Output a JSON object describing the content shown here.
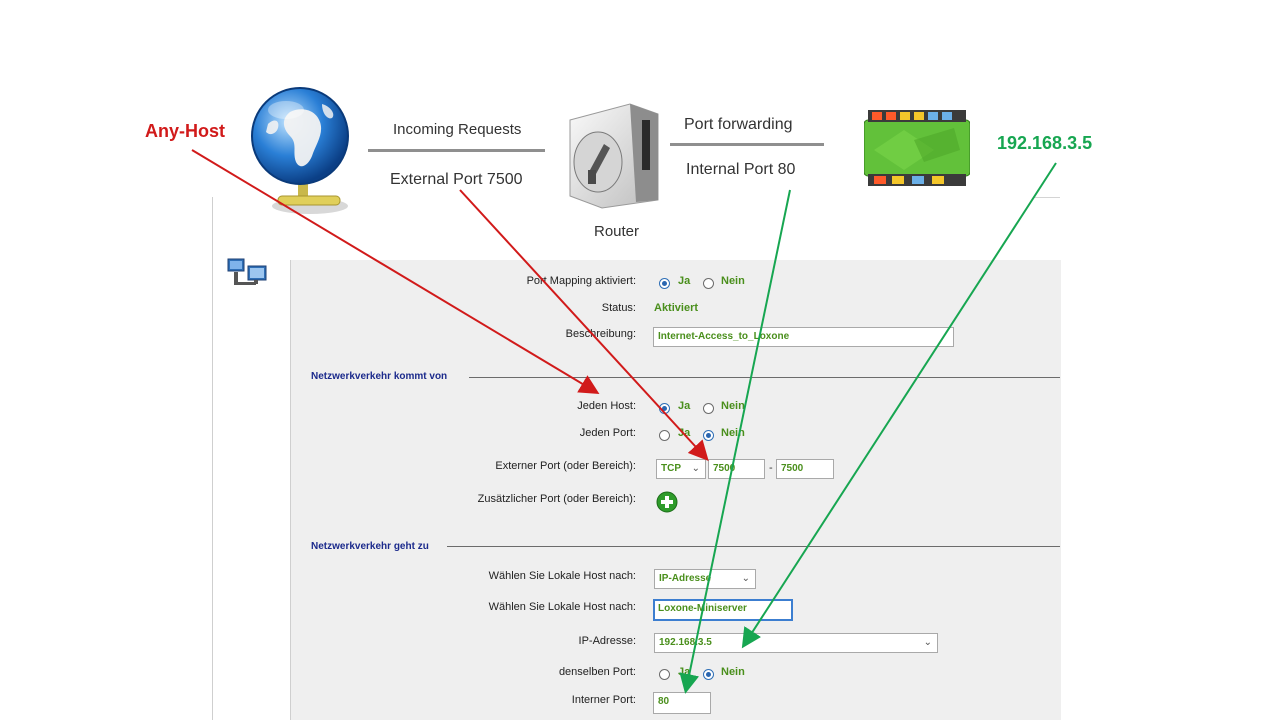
{
  "diagram": {
    "incoming_label": "Incoming Requests",
    "external_port_label": "External Port 7500",
    "router_label": "Router",
    "port_forwarding_label": "Port forwarding",
    "internal_port_label": "Internal Port 80"
  },
  "annotations": {
    "any_host": "Any-Host",
    "ip": "192.168.3.5",
    "red": "#d11a1a",
    "green": "#17a651"
  },
  "form": {
    "port_mapping": {
      "label": "Port Mapping aktiviert:",
      "yes": "Ja",
      "no": "Nein",
      "selected": "yes"
    },
    "status": {
      "label": "Status:",
      "value": "Aktiviert"
    },
    "description": {
      "label": "Beschreibung:",
      "value": "Internet-Access_to_Loxone"
    },
    "section_from": "Netzwerkverkehr kommt von",
    "any_host": {
      "label": "Jeden Host:",
      "yes": "Ja",
      "no": "Nein",
      "selected": "yes"
    },
    "any_port": {
      "label": "Jeden Port:",
      "yes": "Ja",
      "no": "Nein",
      "selected": "no"
    },
    "external_port": {
      "label": "Externer Port (oder Bereich):",
      "protocol": "TCP",
      "from": "7500",
      "separator": "-",
      "to": "7500"
    },
    "additional_port": {
      "label": "Zusätzlicher Port (oder Bereich):"
    },
    "section_to": "Netzwerkverkehr geht zu",
    "local_host_mode": {
      "label": "Wählen Sie Lokale Host nach:",
      "value": "IP-Adresse"
    },
    "local_host_name": {
      "label": "Wählen Sie Lokale Host nach:",
      "value": "Loxone-Miniserver"
    },
    "ip_address": {
      "label": "IP-Adresse:",
      "value": "192.168.3.5"
    },
    "same_port": {
      "label": "denselben Port:",
      "yes": "Ja",
      "no": "Nein",
      "selected": "no"
    },
    "internal_port": {
      "label": "Interner Port:",
      "value": "80"
    }
  },
  "icons": {
    "globe": "globe-network-icon",
    "router": "router-icon",
    "miniserver": "miniserver-board-icon",
    "network": "network-computers-icon",
    "add": "add-plus-icon"
  }
}
